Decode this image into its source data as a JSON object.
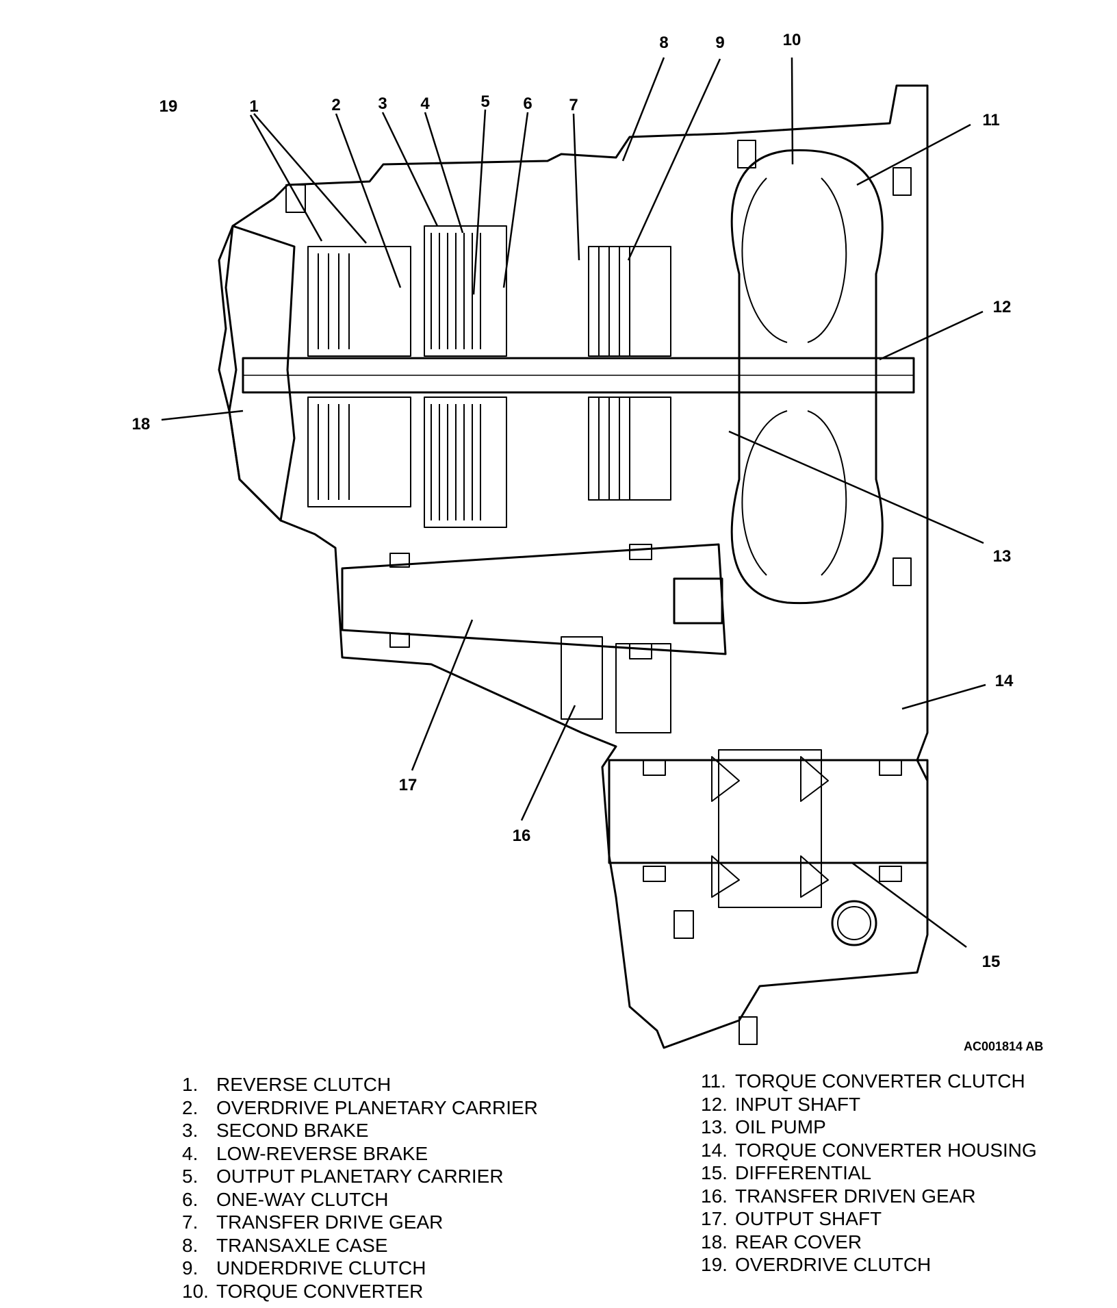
{
  "figure_id": "AC001814 AB",
  "callouts": [
    "1",
    "2",
    "3",
    "4",
    "5",
    "6",
    "7",
    "8",
    "9",
    "10",
    "11",
    "12",
    "13",
    "14",
    "15",
    "16",
    "17",
    "18",
    "19"
  ],
  "legend": [
    {
      "num": "1.",
      "label": "REVERSE CLUTCH"
    },
    {
      "num": "2.",
      "label": "OVERDRIVE PLANETARY CARRIER"
    },
    {
      "num": "3.",
      "label": "SECOND BRAKE"
    },
    {
      "num": "4.",
      "label": "LOW-REVERSE BRAKE"
    },
    {
      "num": "5.",
      "label": "OUTPUT PLANETARY CARRIER"
    },
    {
      "num": "6.",
      "label": "ONE-WAY CLUTCH"
    },
    {
      "num": "7.",
      "label": "TRANSFER DRIVE GEAR"
    },
    {
      "num": "8.",
      "label": "TRANSAXLE CASE"
    },
    {
      "num": "9.",
      "label": "UNDERDRIVE CLUTCH"
    },
    {
      "num": "10.",
      "label": "TORQUE CONVERTER"
    },
    {
      "num": "11.",
      "label": "TORQUE CONVERTER CLUTCH"
    },
    {
      "num": "12.",
      "label": "INPUT SHAFT"
    },
    {
      "num": "13.",
      "label": "OIL PUMP"
    },
    {
      "num": "14.",
      "label": "TORQUE CONVERTER HOUSING"
    },
    {
      "num": "15.",
      "label": "DIFFERENTIAL"
    },
    {
      "num": "16.",
      "label": "TRANSFER DRIVEN GEAR"
    },
    {
      "num": "17.",
      "label": "OUTPUT SHAFT"
    },
    {
      "num": "18.",
      "label": "REAR COVER"
    },
    {
      "num": "19.",
      "label": "OVERDRIVE CLUTCH"
    }
  ]
}
